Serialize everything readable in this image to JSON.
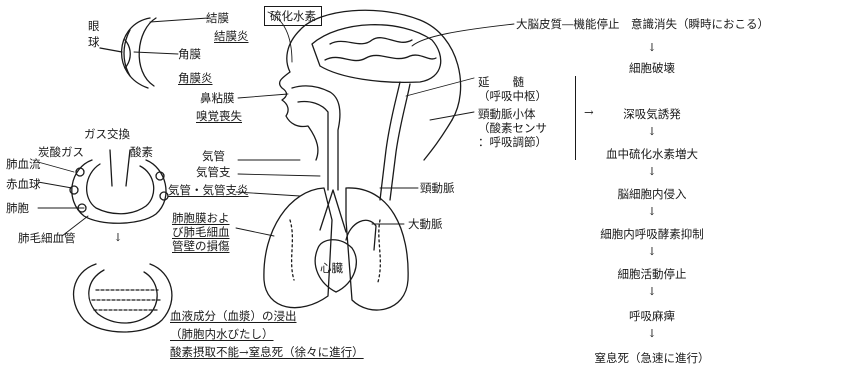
{
  "title_box": "硫化水素",
  "eye": {
    "side_label": "眼球",
    "conjunctiva": "結膜",
    "conjunctivitis": "結膜炎",
    "cornea": "角膜",
    "keratitis": "角膜炎"
  },
  "head": {
    "nasal_mucosa": "鼻粘膜",
    "olfactory_loss": "嗅覚喪失"
  },
  "gas_exchange": {
    "title": "ガス交換",
    "co2": "炭酸ガス",
    "oxygen": "酸素",
    "lung_flow": "肺血流",
    "rbc": "赤血球",
    "alveolus": "肺胞",
    "capillary": "肺毛細血管"
  },
  "airway": {
    "trachea": "気管",
    "bronchus": "気管支",
    "bronchitis": "気管・気管支炎",
    "damage_line1": "肺胞膜およ",
    "damage_line2": "び肺毛細血",
    "damage_line3": "管壁の損傷"
  },
  "brain": {
    "medulla": "延　　髄",
    "resp_center": "（呼吸中枢）",
    "carotid": "頸動脈小体",
    "o2_sensor": "（酸素センサ",
    "resp_reg": "：呼吸調節）"
  },
  "vessels": {
    "carotid_artery": "頸動脈",
    "aorta": "大動脈",
    "heart": "心臓"
  },
  "bottom_notes": {
    "line1": "血液成分（血漿）の浸出",
    "line2": "（肺胞内水びたし）",
    "line3": "酸素摂取不能→窒息死（徐々に進行）"
  },
  "top_flow": {
    "line1": "大脳皮質―機能停止　意識消失（瞬時におこる）",
    "step2": "細胞破壊"
  },
  "main_flow": [
    "深吸気誘発",
    "血中硫化水素増大",
    "脳細胞内侵入",
    "細胞内呼吸酵素抑制",
    "細胞活動停止",
    "呼吸麻痺",
    "窒息死（急速に進行）"
  ],
  "arrows": {
    "down": "↓",
    "right": "→"
  }
}
